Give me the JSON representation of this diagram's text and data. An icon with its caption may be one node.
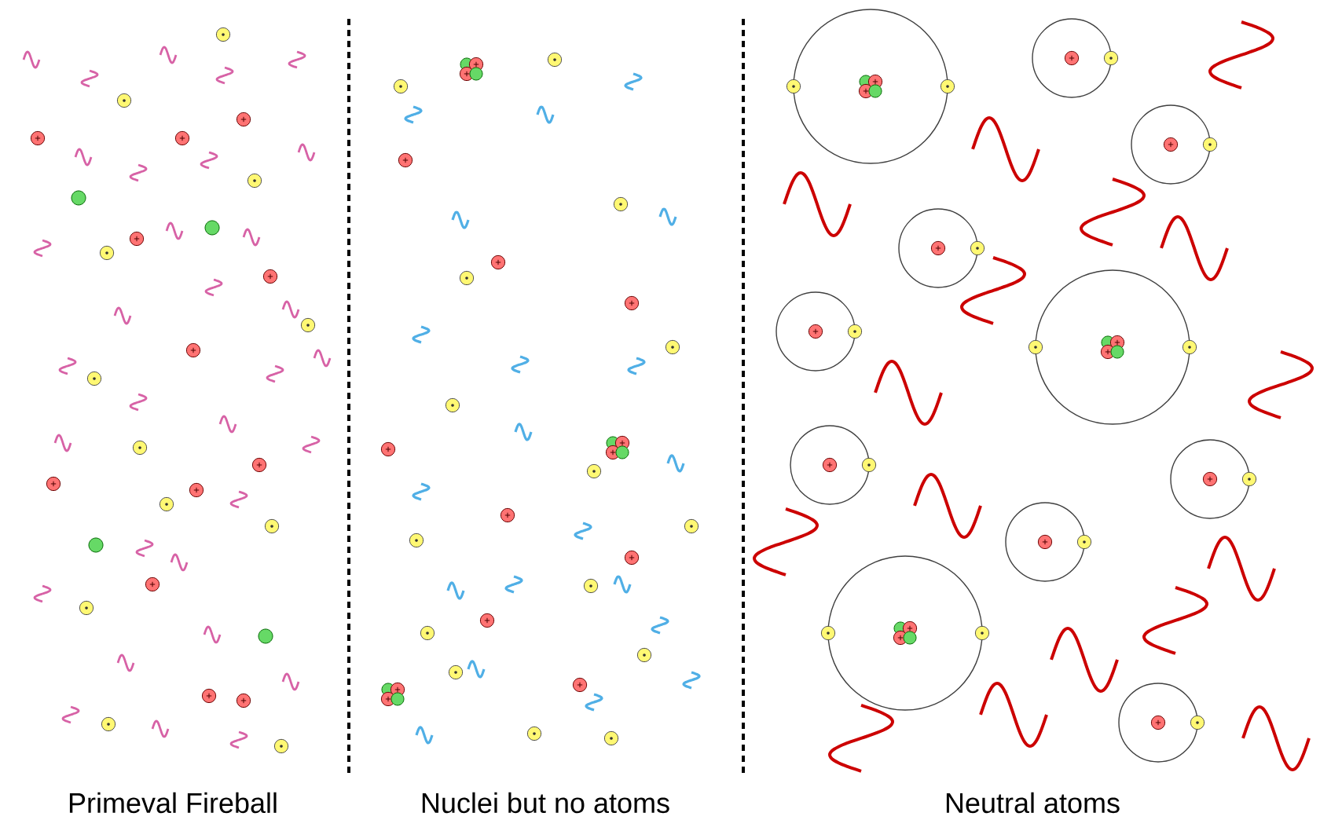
{
  "diagram": {
    "labels": [
      "Primeval Fireball",
      "Nuclei but no atoms",
      "Neutral atoms"
    ]
  }
}
